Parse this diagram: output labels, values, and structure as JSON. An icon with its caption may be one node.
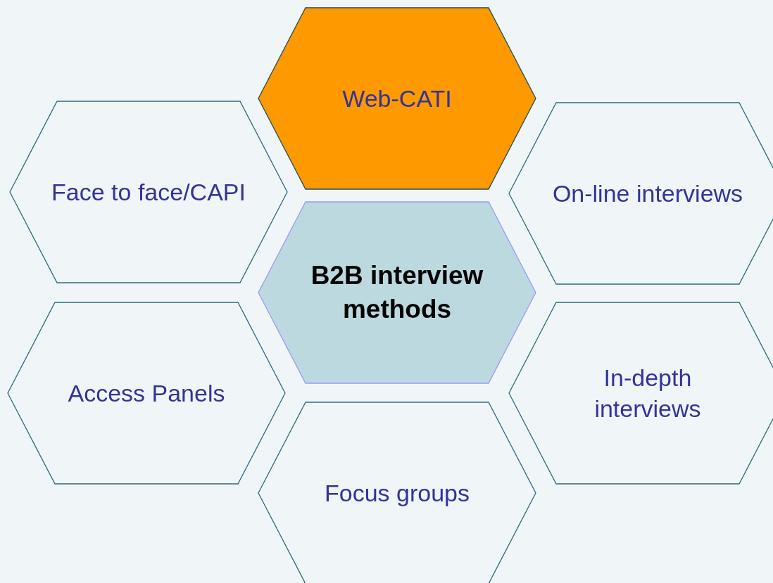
{
  "diagram": {
    "nodes": [
      {
        "text": [
          "Web-CATI"
        ]
      },
      {
        "text": [
          "Face to face/CAPI"
        ]
      },
      {
        "text": [
          "On-line interviews"
        ]
      },
      {
        "text": [
          "B2B interview methods"
        ]
      },
      {
        "text": [
          "Access Panels"
        ]
      },
      {
        "text": [
          "In-depth interviews"
        ]
      },
      {
        "text": [
          "Focus groups"
        ]
      }
    ]
  }
}
